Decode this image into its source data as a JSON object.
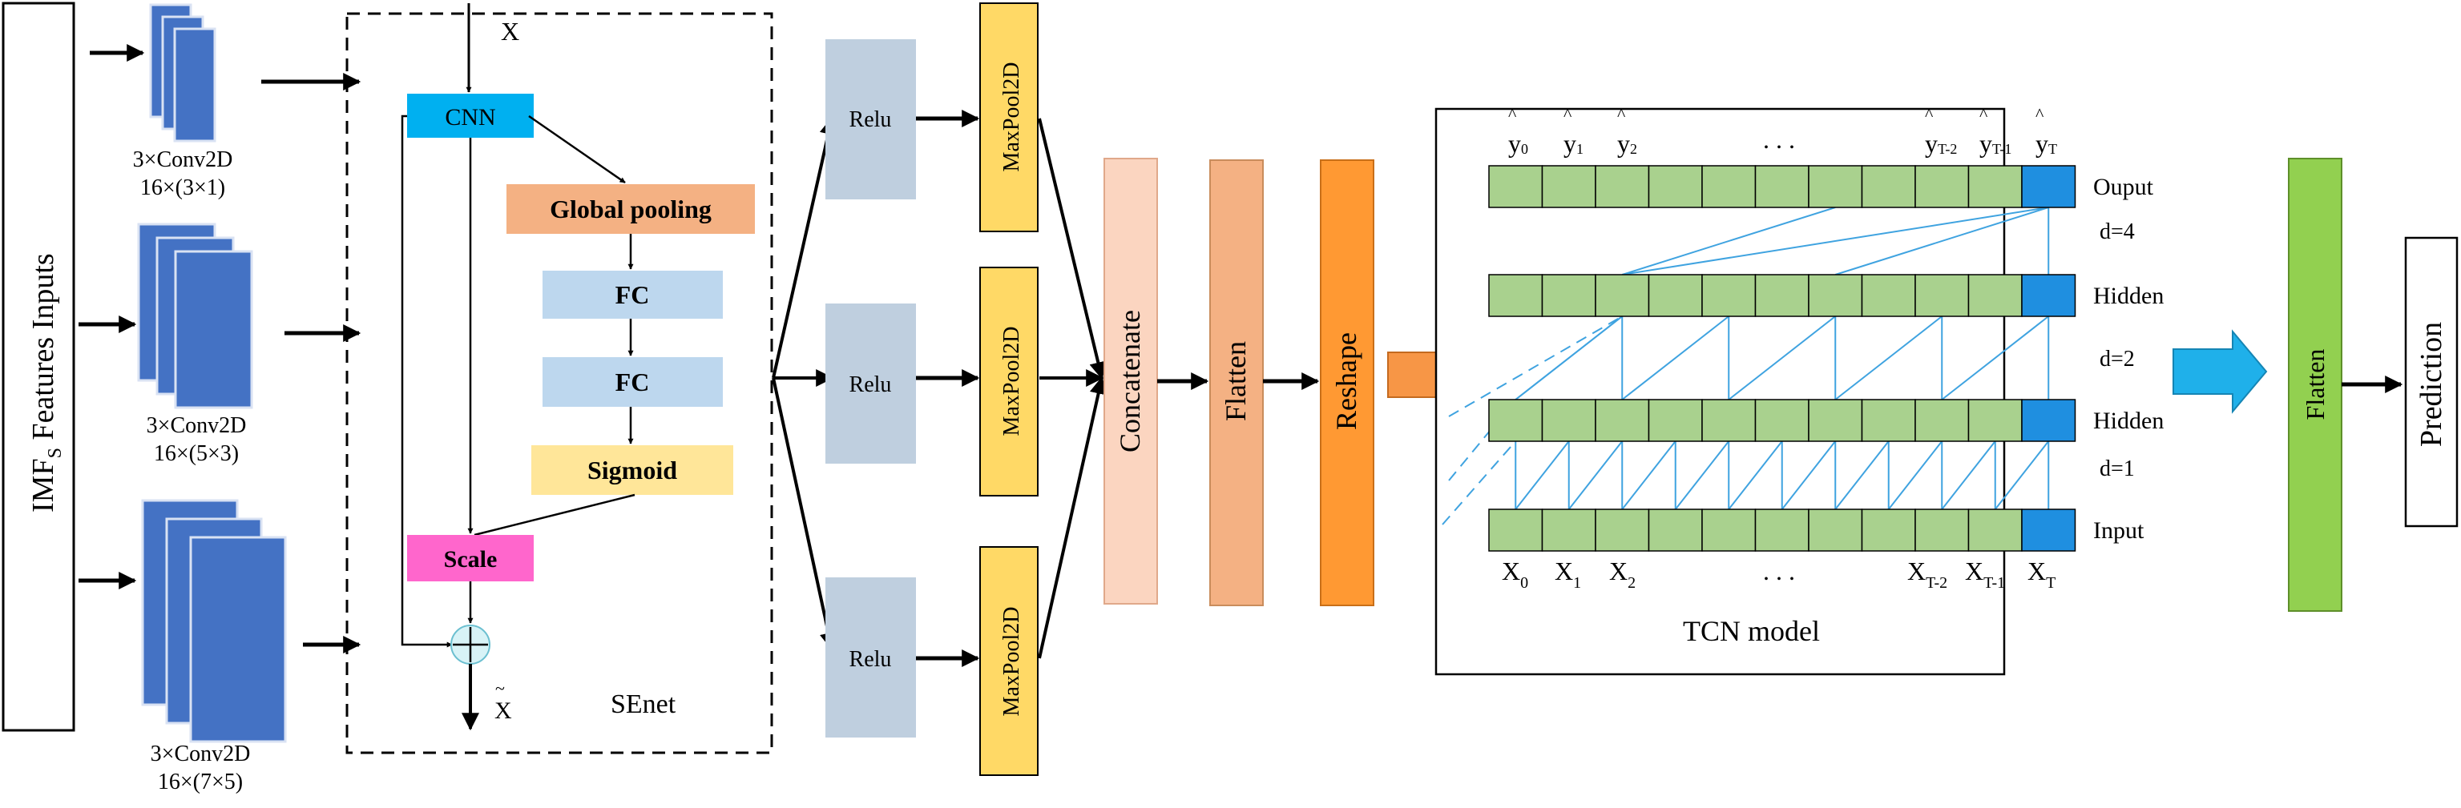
{
  "inputs_label": "IMF",
  "inputs_label_sub": "S",
  "inputs_label_rest": " Features Inputs",
  "conv_branches": [
    {
      "title": "3×Conv2D",
      "shape": "16×(3×1)"
    },
    {
      "title": "3×Conv2D",
      "shape": "16×(5×3)"
    },
    {
      "title": "3×Conv2D",
      "shape": "16×(7×5)"
    }
  ],
  "senet": {
    "input_label": "X",
    "cnn": "CNN",
    "global_pooling": "Global pooling",
    "fc1": "FC",
    "fc2": "FC",
    "sigmoid": "Sigmoid",
    "scale": "Scale",
    "output_label": "X",
    "output_accent": "~",
    "name": "SEnet"
  },
  "relu_labels": [
    "Relu",
    "Relu",
    "Relu"
  ],
  "maxpool_labels": [
    "MaxPool2D",
    "MaxPool2D",
    "MaxPool2D"
  ],
  "concatenate": "Concatenate",
  "flatten1": "Flatten",
  "reshape": "Reshape",
  "tcn": {
    "title": "TCN model",
    "y_base": "y",
    "hat": "^",
    "y_labels": [
      {
        "sub": "0"
      },
      {
        "sub": "1"
      },
      {
        "sub": "2"
      },
      {
        "sub": "T-2"
      },
      {
        "sub": "T-1"
      },
      {
        "sub": "T"
      }
    ],
    "y_dots": ". . .",
    "x_base": "X",
    "x_labels": [
      {
        "sub": "0"
      },
      {
        "sub": "1"
      },
      {
        "sub": "2"
      },
      {
        "sub": "T-2"
      },
      {
        "sub": "T-1"
      },
      {
        "sub": "T"
      }
    ],
    "x_dots": ". . .",
    "row_labels": [
      "Ouput",
      "Hidden",
      "Hidden",
      "Input"
    ],
    "dilations": [
      "d=4",
      "d=2",
      "d=1"
    ]
  },
  "flatten2": "Flatten",
  "prediction": "Prediction",
  "colors": {
    "conv_blue": "#4472c4",
    "cnn_cyan": "#00b0f0",
    "global_pool": "#f4b183",
    "fc": "#bdd7ee",
    "sigmoid": "#ffe699",
    "scale": "#ff66cc",
    "relu": "#bfcfdf",
    "maxpool": "#ffd966",
    "concatenate": "#fbd5c0",
    "flatten1": "#f4b183",
    "reshape": "#ff9933",
    "tcn_cell": "#a9d18e",
    "tcn_last": "#1f8fe0",
    "tcn_link": "#3fa3e0",
    "orange_arrow": "#f79646",
    "blue_arrow": "#1fb0ea",
    "flatten2": "#92d050"
  }
}
